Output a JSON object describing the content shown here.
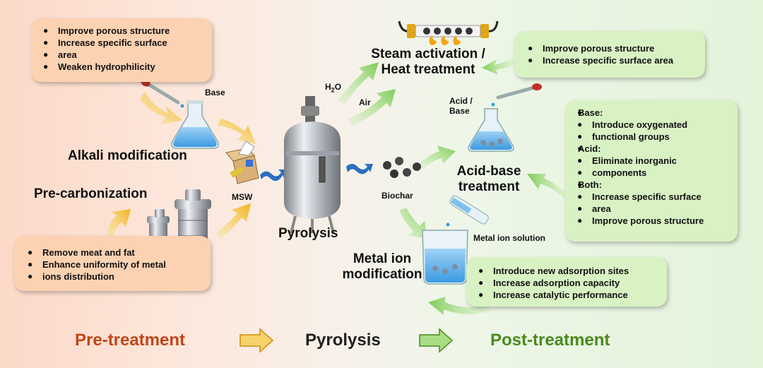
{
  "pretreatment": {
    "alkali_box": {
      "items": [
        "Improve porous structure",
        "Increase specific surface",
        "area",
        "Weaken hydrophilicity"
      ]
    },
    "base_label": "Base",
    "alkali_title": "Alkali modification",
    "precarb_title": "Pre-carbonization",
    "precarb_box": {
      "items": [
        "Remove meat and fat",
        "Enhance uniformity of metal",
        "ions distribution"
      ]
    },
    "msw_label": "MSW"
  },
  "pyrolysis": {
    "title": "Pyrolysis",
    "h2o_label": "H",
    "h2o_sub": "2",
    "h2o_tail": "O",
    "air_label": "Air",
    "biochar_label": "Biochar"
  },
  "posttreatment": {
    "steam_title_1": "Steam activation /",
    "steam_title_2": "Heat treatment",
    "steam_box": {
      "items": [
        "Improve porous structure",
        "Increase specific surface area"
      ]
    },
    "acid_base_label_1": "Acid /",
    "acid_base_label_2": "Base",
    "acidbase_title_1": "Acid-base",
    "acidbase_title_2": "treatment",
    "acidbase_box": {
      "base_head": "Base:",
      "base_items": [
        "Introduce oxygenated",
        "functional groups"
      ],
      "acid_head": "Acid:",
      "acid_items": [
        "Eliminate inorganic",
        "components"
      ],
      "both_head": "Both:",
      "both_items": [
        "Increase specific surface",
        "area",
        "Improve porous structure"
      ]
    },
    "metal_solution_label": "Metal ion solution",
    "metal_title_1": "Metal ion",
    "metal_title_2": "modification",
    "metal_box": {
      "items": [
        "Introduce new adsorption sites",
        "Increase adsorption capacity",
        "Increase catalytic performance"
      ]
    }
  },
  "stages": {
    "pre": "Pre-treatment",
    "pyro": "Pyrolysis",
    "post": "Post-treatment"
  },
  "colors": {
    "orange_box": "#fcd2b2",
    "green_box": "#d9f2c4",
    "orange_arrow": "#f2b21c",
    "green_arrow": "#8fd26a",
    "stage_pre": "#c0461a",
    "stage_post": "#4b8a1f"
  }
}
